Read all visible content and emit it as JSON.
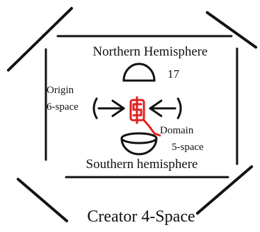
{
  "labels": {
    "north": "Northern Hemisphere",
    "south": "Southern hemisphere",
    "number": "17",
    "origin_line1": "Origin",
    "origin_line2": "6-space",
    "domain_line1": "Domain",
    "domain_line2": "5-space",
    "creator": "Creator 4-Space"
  },
  "colors": {
    "ink": "#111111",
    "accent": "#e0201e"
  }
}
